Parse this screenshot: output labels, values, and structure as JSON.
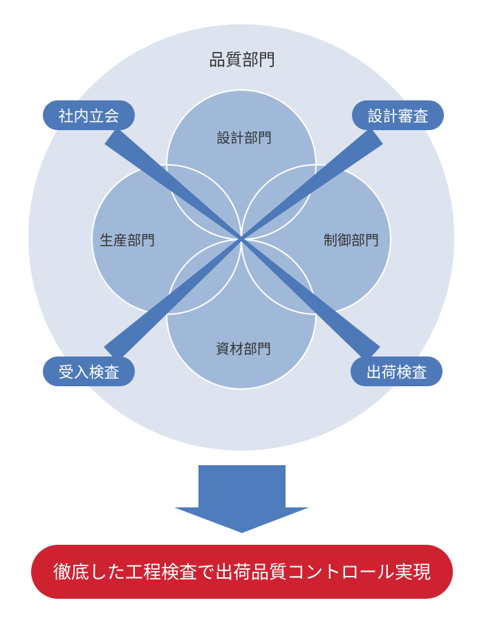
{
  "diagram": {
    "outer_label": "品質部門",
    "circles": [
      {
        "id": "design",
        "label": "設計部門"
      },
      {
        "id": "production",
        "label": "生産部門"
      },
      {
        "id": "control",
        "label": "制御部門"
      },
      {
        "id": "materials",
        "label": "資材部門"
      }
    ],
    "callouts": [
      {
        "id": "internal-witness",
        "label": "社内立会"
      },
      {
        "id": "design-review",
        "label": "設計審査"
      },
      {
        "id": "incoming-inspection",
        "label": "受入検査"
      },
      {
        "id": "shipping-inspection",
        "label": "出荷検査"
      }
    ]
  },
  "banner": {
    "label": "徹底した工程検査で出荷品質コントロール実現"
  },
  "colors": {
    "outer_circle": "#dde3ef",
    "circle_fill": "#a1b9d9",
    "circle_stroke": "#ffffff",
    "callout_blue": "#4d79b8",
    "arrow_blue": "#4f7cbc",
    "banner_red": "#cf2231",
    "label_text": "#333333"
  }
}
